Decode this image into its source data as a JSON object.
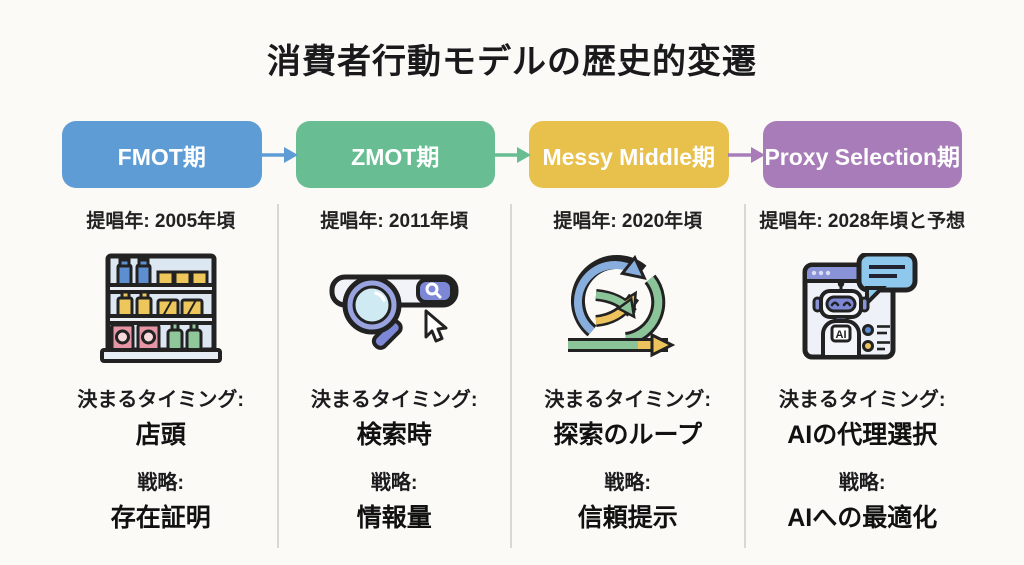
{
  "title": "消費者行動モデルの歴史的変遷",
  "colors": {
    "background": "#fbfaf7",
    "text": "#1c1c1e",
    "divider": "#d9d9d4",
    "fmot_blue": "#5e9cd6",
    "zmot_green": "#68bd92",
    "messy_middle_yellow": "#e8c04c",
    "proxy_selection_purple": "#a77cb8"
  },
  "arrows": [
    {
      "name": "arrow-fmot-to-zmot",
      "color": "#5e9cd6"
    },
    {
      "name": "arrow-zmot-to-messy",
      "color": "#68bd92"
    },
    {
      "name": "arrow-messy-to-proxy",
      "color": "#a77cb8"
    }
  ],
  "columns": [
    {
      "badge": "FMOT期",
      "color": "#5e9cd6",
      "year": "提唱年: 2005年頃",
      "icon": "store-shelf-icon",
      "timing_label": "決まるタイミング:",
      "timing_value": "店頭",
      "strategy_label": "戦略:",
      "strategy_value": "存在証明"
    },
    {
      "badge": "ZMOT期",
      "color": "#68bd92",
      "year": "提唱年: 2011年頃",
      "icon": "search-bar-icon",
      "timing_label": "決まるタイミング:",
      "timing_value": "検索時",
      "strategy_label": "戦略:",
      "strategy_value": "情報量"
    },
    {
      "badge": "Messy Middle期",
      "color": "#e8c04c",
      "year": "提唱年: 2020年頃",
      "icon": "loop-arrows-icon",
      "timing_label": "決まるタイミング:",
      "timing_value": "探索のループ",
      "strategy_label": "戦略:",
      "strategy_value": "信頼提示"
    },
    {
      "badge": "Proxy Selection期",
      "color": "#a77cb8",
      "year": "提唱年: 2028年頃と予想",
      "icon": "ai-robot-icon",
      "timing_label": "決まるタイミング:",
      "timing_value": "AIの代理選択",
      "strategy_label": "戦略:",
      "strategy_value": "AIへの最適化"
    }
  ]
}
